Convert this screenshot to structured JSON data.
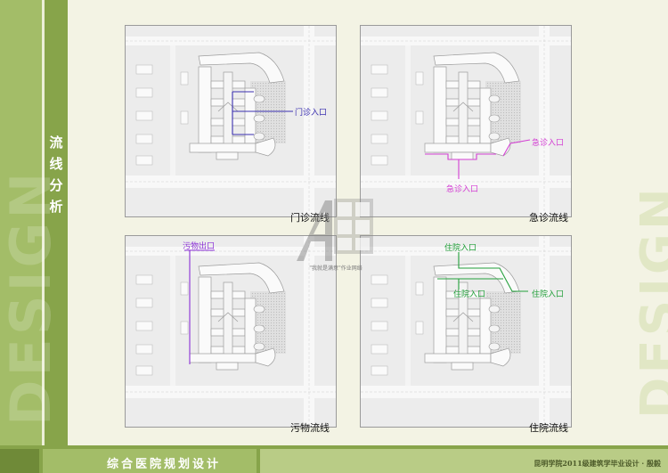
{
  "sidebar": {
    "vertical_title": "流线分析",
    "background_text": "DESIGN"
  },
  "right_background_text": "DESIGN",
  "footer": {
    "title": "综合医院规划设计",
    "credit": "昆明学院2011级建筑学毕业设计 · 殷毅"
  },
  "watermark": {
    "text": "\"我就是满意\"作业网络"
  },
  "panels": [
    {
      "caption": "门诊流线",
      "labels": [
        "门诊入口"
      ],
      "line_color": "#3a2fb0"
    },
    {
      "caption": "急诊流线",
      "labels": [
        "急诊入口",
        "急诊入口"
      ],
      "line_color": "#d43fd4"
    },
    {
      "caption": "污物流线",
      "labels": [
        "污物出口"
      ],
      "line_color": "#8a2fd6"
    },
    {
      "caption": "住院流线",
      "labels": [
        "住院入口",
        "住院入口",
        "住院入口"
      ],
      "line_color": "#22a03a"
    }
  ]
}
